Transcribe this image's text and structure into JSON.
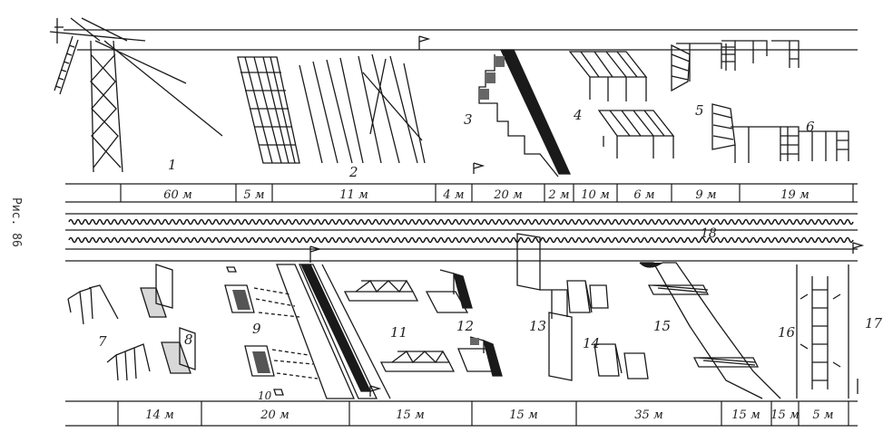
{
  "figure_caption": "Рис. 86",
  "top_row": {
    "element_numbers": [
      "1",
      "2",
      "3",
      "4",
      "5",
      "6"
    ],
    "distances": [
      "60 м",
      "5 м",
      "11 м",
      "4 м",
      "20 м",
      "2 м",
      "10 м",
      "6 м",
      "9 м",
      "19 м"
    ]
  },
  "track_label": "18",
  "bottom_row": {
    "element_numbers": [
      "7",
      "8",
      "9",
      "10",
      "11",
      "12",
      "13",
      "14",
      "15",
      "16",
      "17"
    ],
    "distances": [
      "14 м",
      "20 м",
      "15 м",
      "15 м",
      "35 м",
      "15 м",
      "15 м",
      "5 м"
    ]
  },
  "colors": {
    "ink": "#1a1a1a",
    "paper": "#ffffff"
  }
}
